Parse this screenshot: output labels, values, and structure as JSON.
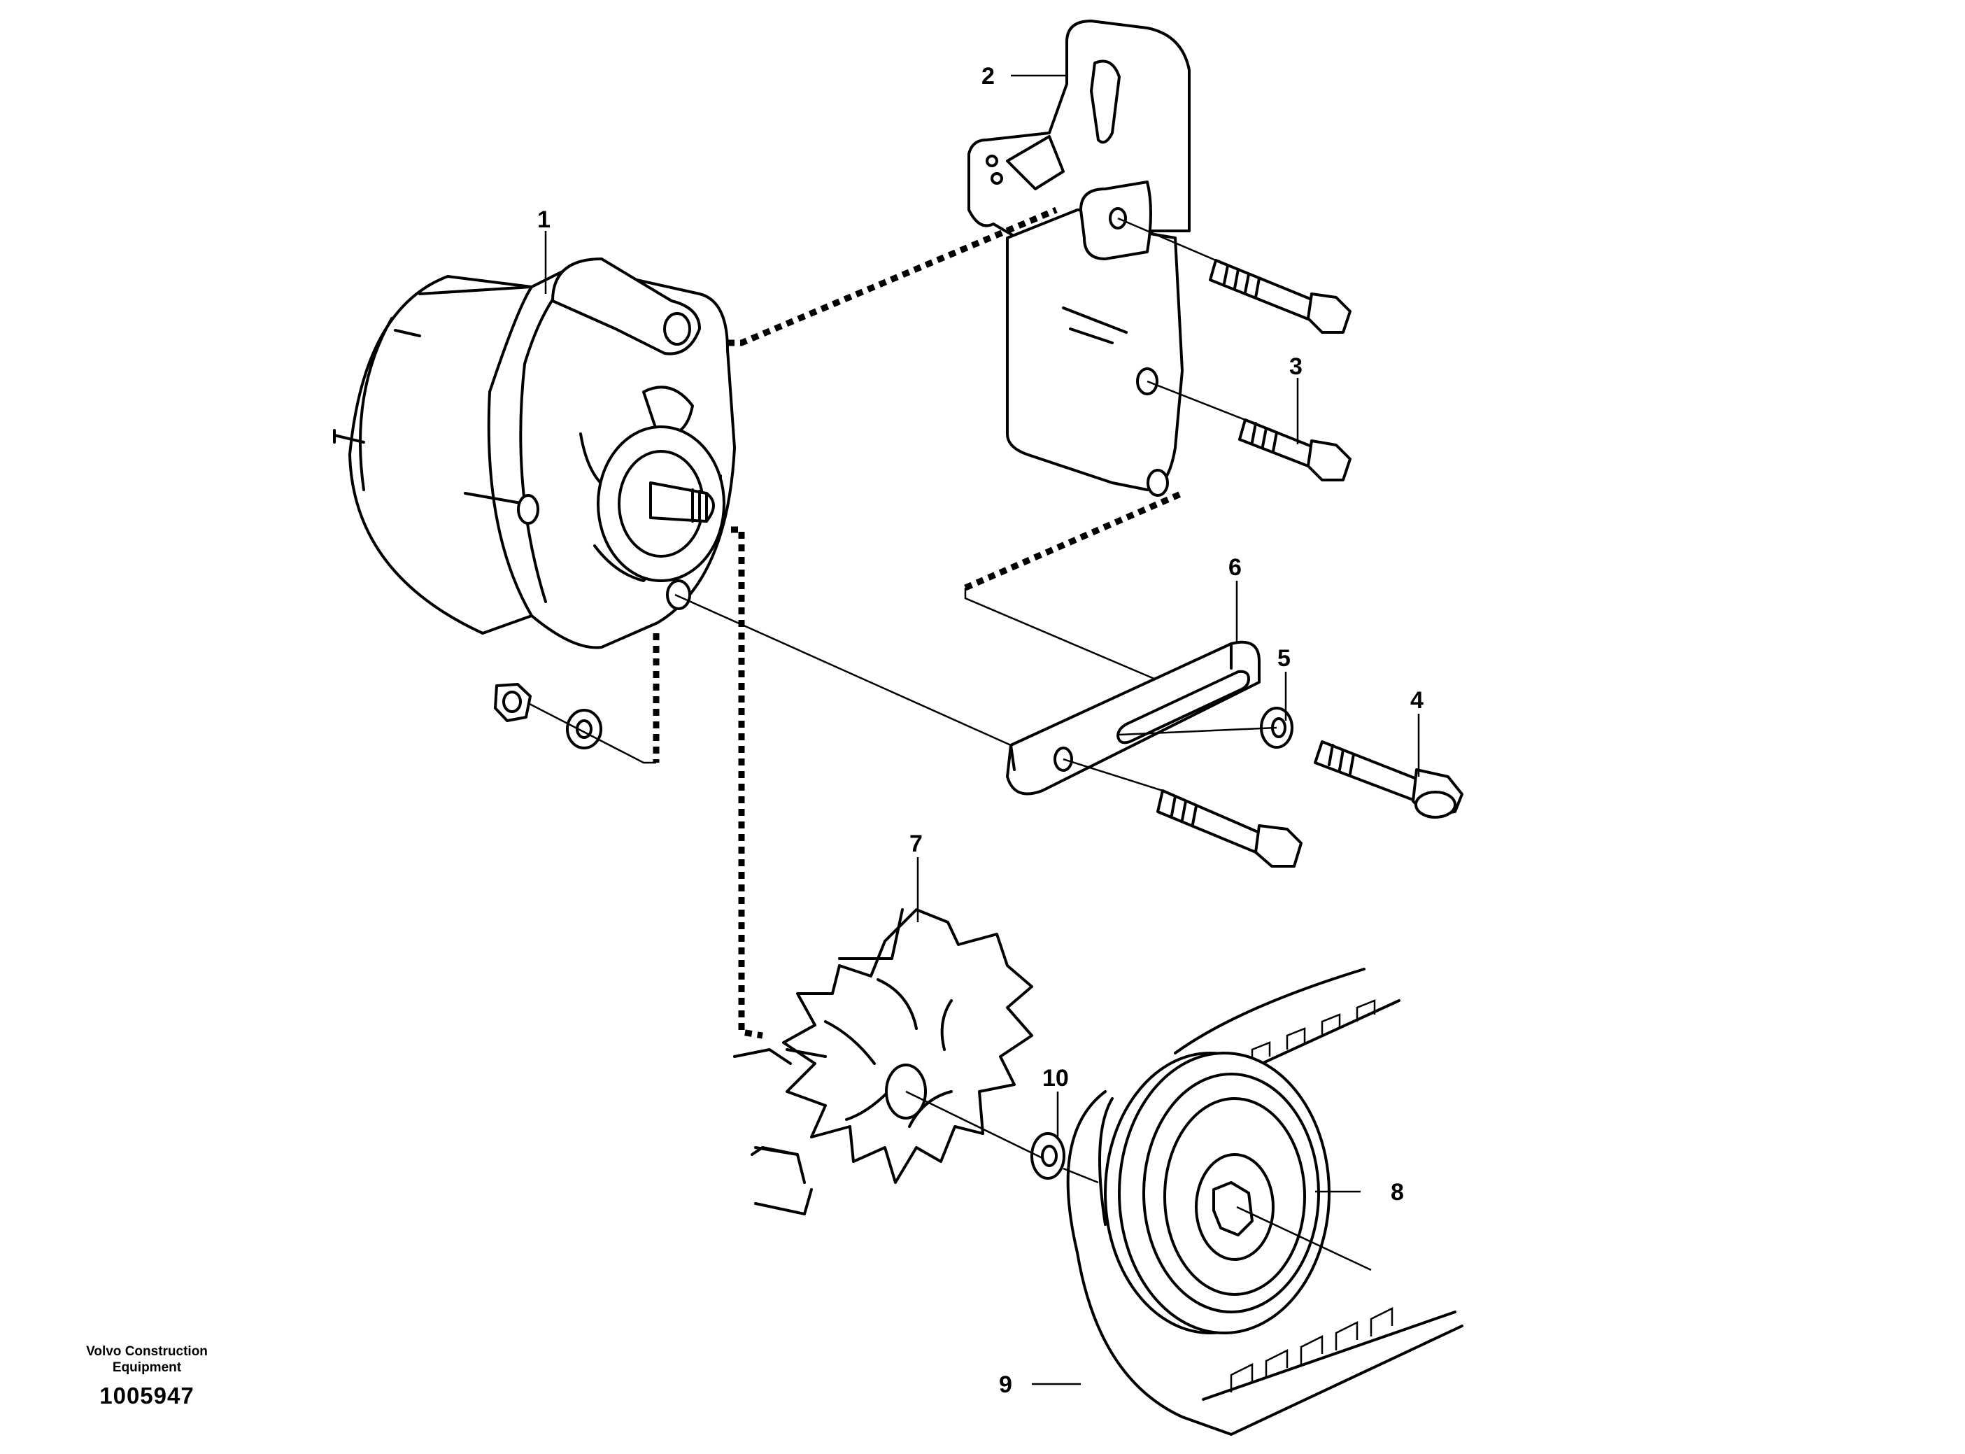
{
  "callouts": {
    "c1": "1",
    "c2": "2",
    "c3": "3",
    "c4": "4",
    "c5": "5",
    "c6": "6",
    "c7": "7",
    "c8": "8",
    "c9": "9",
    "c10": "10"
  },
  "footer": {
    "brand_line1": "Volvo Construction",
    "brand_line2": "Equipment",
    "doc_number": "1005947"
  }
}
